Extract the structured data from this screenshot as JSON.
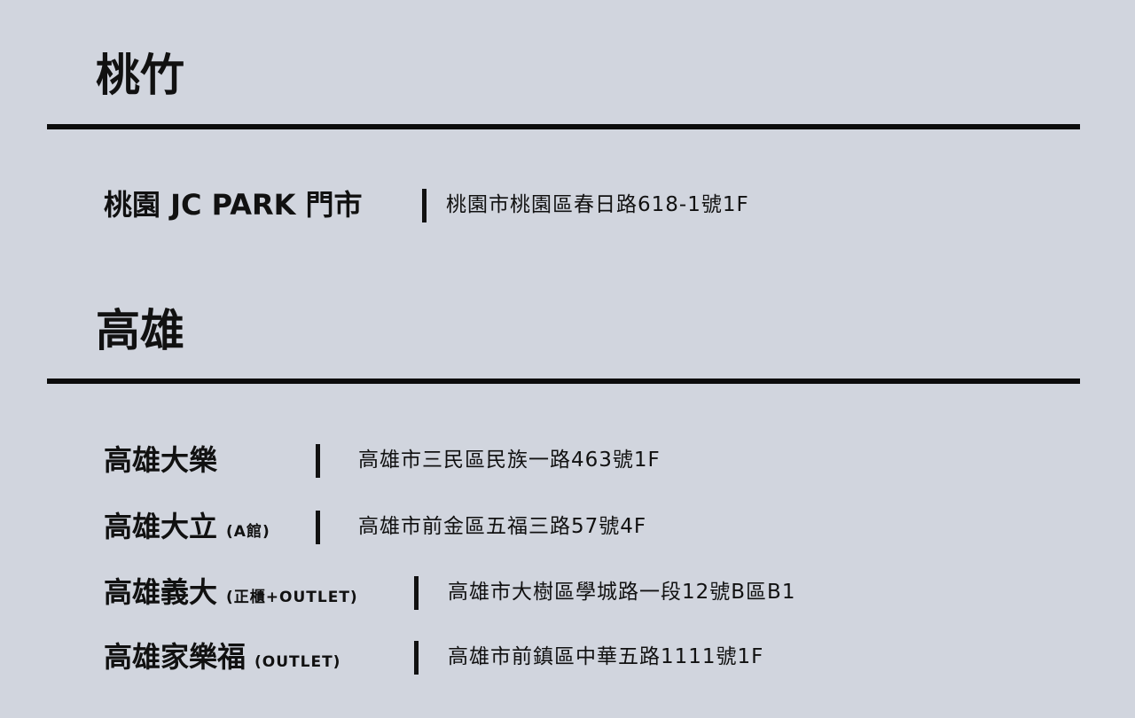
{
  "regions": [
    {
      "title": "桃竹",
      "stores": [
        {
          "name": "桃園 JC PARK 門市",
          "note": "",
          "address": "桃園市桃園區春日路618-1號1F"
        }
      ]
    },
    {
      "title": "高雄",
      "stores": [
        {
          "name": "高雄大樂",
          "note": "",
          "address": "高雄市三民區民族一路463號1F"
        },
        {
          "name": "高雄大立",
          "note": "(A館)",
          "address": "高雄市前金區五福三路57號4F"
        },
        {
          "name": "高雄義大",
          "note": "(正櫃+OUTLET)",
          "address": "高雄市大樹區學城路一段12號B區B1"
        },
        {
          "name": "高雄家樂福",
          "note": "(OUTLET)",
          "address": "高雄市前鎮區中華五路1111號1F"
        }
      ]
    }
  ]
}
